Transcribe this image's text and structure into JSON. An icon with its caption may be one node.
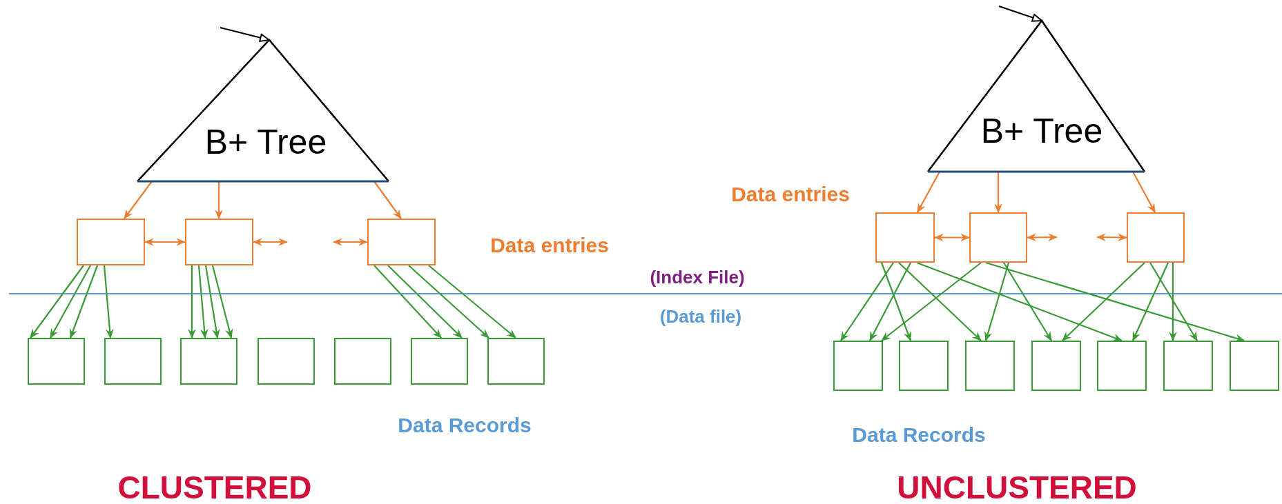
{
  "diagram": {
    "nodes": [
      {
        "text": [
          "B+ Tree"
        ]
      },
      {
        "text": [],
        "shape": "box"
      },
      {
        "text": [],
        "shape": "box"
      },
      {
        "text": [],
        "shape": "box"
      },
      {
        "text": [],
        "shape": "box"
      },
      {
        "text": [],
        "shape": "box"
      },
      {
        "text": [],
        "shape": "box"
      },
      {
        "text": [],
        "shape": "box"
      },
      {
        "text": [],
        "shape": "box"
      },
      {
        "text": [],
        "shape": "box"
      },
      {
        "text": [],
        "shape": "box"
      },
      {
        "text": [
          "B+ Tree"
        ]
      },
      {
        "text": [],
        "shape": "box"
      },
      {
        "text": [],
        "shape": "box"
      },
      {
        "text": [],
        "shape": "box"
      },
      {
        "text": [],
        "shape": "box"
      },
      {
        "text": [],
        "shape": "box"
      },
      {
        "text": [],
        "shape": "box"
      },
      {
        "text": [],
        "shape": "box"
      },
      {
        "text": [],
        "shape": "box"
      },
      {
        "text": [],
        "shape": "box"
      },
      {
        "text": [],
        "shape": "box"
      }
    ],
    "edges": [
      {
        "from": null,
        "to": 0,
        "arrow": "to",
        "color": "#000000"
      },
      {
        "from": 0,
        "to": 1,
        "arrow": "to",
        "color": "#ed7d31"
      },
      {
        "from": 0,
        "to": 2,
        "arrow": "to",
        "color": "#ed7d31"
      },
      {
        "from": 0,
        "to": 3,
        "arrow": "to",
        "color": "#ed7d31"
      },
      {
        "from": 1,
        "to": 2,
        "arrow": "both",
        "color": "#ed7d31"
      },
      {
        "from": 2,
        "to": null,
        "arrow": "both",
        "color": "#ed7d31"
      },
      {
        "from": null,
        "to": 3,
        "arrow": "both",
        "color": "#ed7d31"
      },
      {
        "from": 1,
        "to": 4,
        "arrow": "to"
      },
      {
        "from": 1,
        "to": 4,
        "arrow": "to"
      },
      {
        "from": 1,
        "to": 4,
        "arrow": "to"
      },
      {
        "from": 1,
        "to": 5,
        "arrow": "to"
      },
      {
        "from": 2,
        "to": 6,
        "arrow": "to"
      },
      {
        "from": 2,
        "to": 6,
        "arrow": "to"
      },
      {
        "from": 2,
        "to": 6,
        "arrow": "to"
      },
      {
        "from": 2,
        "to": 6,
        "arrow": "to"
      },
      {
        "from": 3,
        "to": 9,
        "arrow": "to"
      },
      {
        "from": 3,
        "to": 9,
        "arrow": "to"
      },
      {
        "from": 3,
        "to": 10,
        "arrow": "to"
      },
      {
        "from": 3,
        "to": 10,
        "arrow": "to"
      },
      {
        "from": null,
        "to": 11,
        "arrow": "to",
        "color": "#000000"
      },
      {
        "from": 11,
        "to": 12,
        "arrow": "to",
        "color": "#ed7d31"
      },
      {
        "from": 11,
        "to": 13,
        "arrow": "to",
        "color": "#ed7d31"
      },
      {
        "from": 11,
        "to": 14,
        "arrow": "to",
        "color": "#ed7d31"
      },
      {
        "from": 12,
        "to": 13,
        "arrow": "both",
        "color": "#ed7d31"
      },
      {
        "from": 13,
        "to": null,
        "arrow": "both",
        "color": "#ed7d31"
      },
      {
        "from": null,
        "to": 14,
        "arrow": "both",
        "color": "#ed7d31"
      },
      {
        "from": 12,
        "to": 15,
        "arrow": "to"
      },
      {
        "from": 12,
        "to": 16,
        "arrow": "to"
      },
      {
        "from": 12,
        "to": 15,
        "arrow": "to"
      },
      {
        "from": 12,
        "to": 17,
        "arrow": "to"
      },
      {
        "from": 12,
        "to": 19,
        "arrow": "to"
      },
      {
        "from": 13,
        "to": 15,
        "arrow": "to"
      },
      {
        "from": 13,
        "to": 17,
        "arrow": "to"
      },
      {
        "from": 13,
        "to": 18,
        "arrow": "to"
      },
      {
        "from": 13,
        "to": 21,
        "arrow": "to"
      },
      {
        "from": 14,
        "to": 18,
        "arrow": "to"
      },
      {
        "from": 14,
        "to": 19,
        "arrow": "to"
      },
      {
        "from": 14,
        "to": 20,
        "arrow": "to"
      },
      {
        "from": 14,
        "to": 20,
        "arrow": "to"
      }
    ],
    "labels": [
      "Data entries",
      "Data entries",
      "(Index File)",
      "(Data file)",
      "Data Records",
      "Data Records",
      "CLUSTERED",
      "UNCLUSTERED"
    ]
  }
}
